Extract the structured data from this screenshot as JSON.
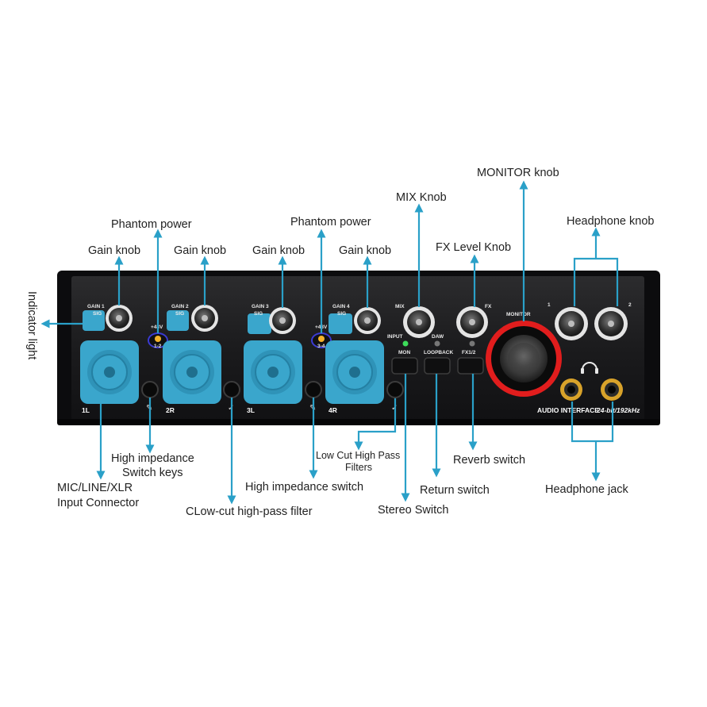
{
  "labels": {
    "indicator_light": "Indicator light",
    "gain_knob": "Gain knob",
    "phantom_power": "Phantom power",
    "mix_knob": "MIX Knob",
    "monitor_knob": "MONITOR knob",
    "fx_level_knob": "FX Level Knob",
    "headphone_knob": "Headphone knob",
    "high_impedance_switch_keys": [
      "High impedance",
      "Switch keys"
    ],
    "input_connector": [
      "MIC/LINE/XLR",
      "Input Connector"
    ],
    "low_cut_filter": "CLow-cut high-pass filter",
    "high_impedance_switch": "High impedance switch",
    "low_cut_filters": [
      "Low Cut High Pass",
      "Filters"
    ],
    "stereo_switch": "Stereo Switch",
    "return_switch": "Return switch",
    "reverb_switch": "Reverb switch",
    "headphone_jack": "Headphone jack"
  },
  "panel": {
    "gain1": "GAIN 1",
    "gain2": "GAIN 2",
    "gain3": "GAIN 3",
    "gain4": "GAIN 4",
    "sig": "SIG",
    "phantom": "+48V",
    "pair12": "1-2",
    "pair34": "3-4",
    "mix": "MIX",
    "fx": "FX",
    "monitor": "MONITOR",
    "hp1": "1",
    "hp2": "2",
    "input": "INPUT",
    "daw": "DAW",
    "mon": "MON",
    "loopback": "LOOPBACK",
    "fx12": "FX1/2",
    "ch1": "1L",
    "ch2": "2R",
    "ch3": "3L",
    "ch4": "4R",
    "brand": "AUDIO INTERFACE",
    "spec": "24-bit/192kHz"
  },
  "colors": {
    "accent": "#2aa0c8",
    "panel": "#1c1c1e",
    "combo_jack": "#3aa6cc",
    "monitor_ring": "#e11d1d",
    "led_green": "#3ddc5a",
    "jack_gold": "#d8a22a"
  }
}
